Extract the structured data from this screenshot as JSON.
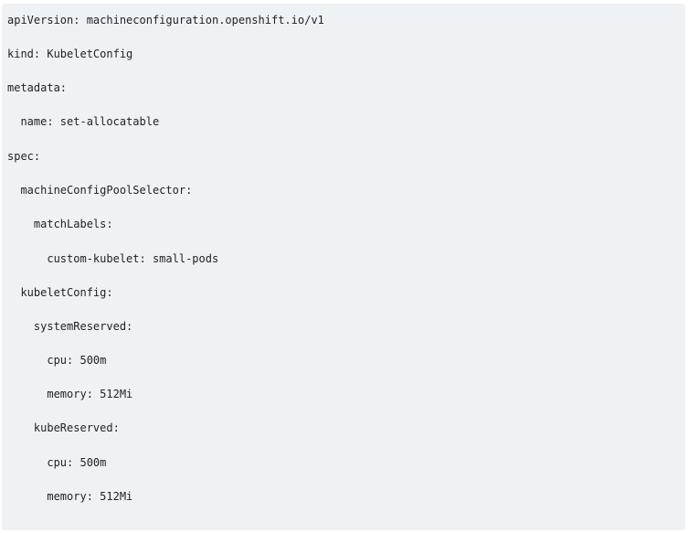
{
  "code_block": {
    "language": "yaml",
    "lines": [
      "apiVersion: machineconfiguration.openshift.io/v1",
      "kind: KubeletConfig",
      "metadata:",
      "  name: set-allocatable",
      "spec:",
      "  machineConfigPoolSelector:",
      "    matchLabels:",
      "      custom-kubelet: small-pods",
      "  kubeletConfig:",
      "    systemReserved:",
      "      cpu: 500m",
      "      memory: 512Mi",
      "    kubeReserved:",
      "      cpu: 500m",
      "      memory: 512Mi"
    ]
  },
  "colors": {
    "background": "#eff2f5",
    "text": "#222222"
  }
}
